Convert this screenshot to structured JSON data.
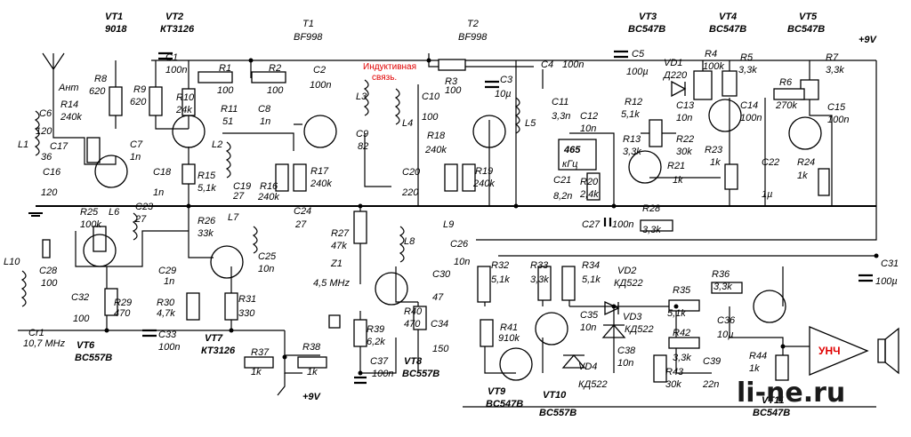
{
  "title": "",
  "watermark": "li-ne.ru",
  "amp_label": "УНЧ",
  "power_label": "+9V",
  "inductive_note_line1": "Индуктивная",
  "inductive_note_line2": "связь.",
  "ant_label": "Ант",
  "labels": [
    {
      "id": "vt1",
      "t": "VT1"
    },
    {
      "id": "vt1v",
      "t": "9018"
    },
    {
      "id": "vt2",
      "t": "VT2"
    },
    {
      "id": "vt2v",
      "t": "КТ3126"
    },
    {
      "id": "t1",
      "t": "T1"
    },
    {
      "id": "t1v",
      "t": "BF998"
    },
    {
      "id": "t2",
      "t": "T2"
    },
    {
      "id": "t2v",
      "t": "BF998"
    },
    {
      "id": "vt3",
      "t": "VT3"
    },
    {
      "id": "vt3v",
      "t": "BC547B"
    },
    {
      "id": "vt4",
      "t": "VT4"
    },
    {
      "id": "vt4v",
      "t": "BC547B"
    },
    {
      "id": "vt5",
      "t": "VT5"
    },
    {
      "id": "vt5v",
      "t": "BC547B"
    },
    {
      "id": "vt6",
      "t": "VT6"
    },
    {
      "id": "vt6v",
      "t": "BC557B"
    },
    {
      "id": "vt7",
      "t": "VT7"
    },
    {
      "id": "vt7v",
      "t": "КТ3126"
    },
    {
      "id": "vt8",
      "t": "VT8"
    },
    {
      "id": "vt8v",
      "t": "BC557B"
    },
    {
      "id": "vt9",
      "t": "VT9"
    },
    {
      "id": "vt9v",
      "t": "BC547B"
    },
    {
      "id": "vt10",
      "t": "VT10"
    },
    {
      "id": "vt10v",
      "t": "BC557B"
    },
    {
      "id": "vt11",
      "t": "VT11"
    },
    {
      "id": "vt11v",
      "t": "BC547B"
    },
    {
      "id": "c1",
      "t": "C1"
    },
    {
      "id": "c1v",
      "t": "100n"
    },
    {
      "id": "r8",
      "t": "R8"
    },
    {
      "id": "r8v",
      "t": "620"
    },
    {
      "id": "r9",
      "t": "R9"
    },
    {
      "id": "r9v",
      "t": "620"
    },
    {
      "id": "r10",
      "t": "R10"
    },
    {
      "id": "r10v",
      "t": "24k"
    },
    {
      "id": "r1",
      "t": "R1"
    },
    {
      "id": "r1v",
      "t": "100"
    },
    {
      "id": "r2",
      "t": "R2"
    },
    {
      "id": "r2v",
      "t": "100"
    },
    {
      "id": "c2",
      "t": "C2"
    },
    {
      "id": "c2v",
      "t": "100n"
    },
    {
      "id": "r14",
      "t": "R14"
    },
    {
      "id": "r14v",
      "t": "240k"
    },
    {
      "id": "c6",
      "t": "C6"
    },
    {
      "id": "c6v",
      "t": "120"
    },
    {
      "id": "l1",
      "t": "L1"
    },
    {
      "id": "c17",
      "t": "C17"
    },
    {
      "id": "c17v",
      "t": "36"
    },
    {
      "id": "c16",
      "t": "C16"
    },
    {
      "id": "c16v",
      "t": "120"
    },
    {
      "id": "c7",
      "t": "C7"
    },
    {
      "id": "c7v",
      "t": "1n"
    },
    {
      "id": "c18",
      "t": "C18"
    },
    {
      "id": "c18v",
      "t": "1n"
    },
    {
      "id": "r11",
      "t": "R11"
    },
    {
      "id": "r11v",
      "t": "51"
    },
    {
      "id": "c8",
      "t": "C8"
    },
    {
      "id": "c8v",
      "t": "1n"
    },
    {
      "id": "l2",
      "t": "L2"
    },
    {
      "id": "r15",
      "t": "R15"
    },
    {
      "id": "r15v",
      "t": "5,1k"
    },
    {
      "id": "c19",
      "t": "C19"
    },
    {
      "id": "c19v",
      "t": "27"
    },
    {
      "id": "r16",
      "t": "R16"
    },
    {
      "id": "r16v",
      "t": "240k"
    },
    {
      "id": "r17",
      "t": "R17"
    },
    {
      "id": "r17v",
      "t": "240k"
    },
    {
      "id": "c24",
      "t": "C24"
    },
    {
      "id": "c24v",
      "t": "27"
    },
    {
      "id": "l3",
      "t": "L3"
    },
    {
      "id": "c9",
      "t": "C9"
    },
    {
      "id": "c9v",
      "t": "82"
    },
    {
      "id": "l4",
      "t": "L4"
    },
    {
      "id": "c10",
      "t": "C10"
    },
    {
      "id": "c10v",
      "t": "100"
    },
    {
      "id": "r18",
      "t": "R18"
    },
    {
      "id": "r18v",
      "t": "240k"
    },
    {
      "id": "r19",
      "t": "R19"
    },
    {
      "id": "r19v",
      "t": "240k"
    },
    {
      "id": "c20",
      "t": "C20"
    },
    {
      "id": "c20v",
      "t": "220"
    },
    {
      "id": "r3",
      "t": "R3"
    },
    {
      "id": "r3v",
      "t": "100"
    },
    {
      "id": "c3",
      "t": "C3"
    },
    {
      "id": "c3v",
      "t": "10µ"
    },
    {
      "id": "c4",
      "t": "C4"
    },
    {
      "id": "c4v",
      "t": "100n"
    },
    {
      "id": "c11",
      "t": "C11"
    },
    {
      "id": "c11v",
      "t": "3,3n"
    },
    {
      "id": "l5",
      "t": "L5"
    },
    {
      "id": "c21",
      "t": "C21"
    },
    {
      "id": "c21v",
      "t": "8,2n"
    },
    {
      "id": "f465",
      "t": "465"
    },
    {
      "id": "f465u",
      "t": "кГц"
    },
    {
      "id": "c5",
      "t": "C5"
    },
    {
      "id": "c5v",
      "t": "100µ"
    },
    {
      "id": "vd1",
      "t": "VD1"
    },
    {
      "id": "vd1v",
      "t": "Д220"
    },
    {
      "id": "r4",
      "t": "R4"
    },
    {
      "id": "r4v",
      "t": "100k"
    },
    {
      "id": "r5",
      "t": "R5"
    },
    {
      "id": "r5v",
      "t": "3,3k"
    },
    {
      "id": "r7",
      "t": "R7"
    },
    {
      "id": "r7v",
      "t": "3,3k"
    },
    {
      "id": "r6",
      "t": "R6"
    },
    {
      "id": "r6v",
      "t": "270k"
    },
    {
      "id": "c15",
      "t": "C15"
    },
    {
      "id": "c15v",
      "t": "100n"
    },
    {
      "id": "r12",
      "t": "R12"
    },
    {
      "id": "r12v",
      "t": "5,1k"
    },
    {
      "id": "c12",
      "t": "C12"
    },
    {
      "id": "c12v",
      "t": "10n"
    },
    {
      "id": "c13",
      "t": "C13"
    },
    {
      "id": "c13v",
      "t": "10n"
    },
    {
      "id": "c14",
      "t": "C14"
    },
    {
      "id": "c14v",
      "t": "100n"
    },
    {
      "id": "r13",
      "t": "R13"
    },
    {
      "id": "r13v",
      "t": "3,3k"
    },
    {
      "id": "r22",
      "t": "R22"
    },
    {
      "id": "r22v",
      "t": "30k"
    },
    {
      "id": "r23",
      "t": "R23"
    },
    {
      "id": "r23v",
      "t": "1k"
    },
    {
      "id": "c22",
      "t": "C22"
    },
    {
      "id": "c22v",
      "t": "1µ"
    },
    {
      "id": "r24",
      "t": "R24"
    },
    {
      "id": "r24v",
      "t": "1k"
    },
    {
      "id": "r21",
      "t": "R21"
    },
    {
      "id": "r21v",
      "t": "1k"
    },
    {
      "id": "r20",
      "t": "R20"
    },
    {
      "id": "r20v",
      "t": "2,4k"
    },
    {
      "id": "c27",
      "t": "C27"
    },
    {
      "id": "c27v",
      "t": "100n"
    },
    {
      "id": "r28",
      "t": "R28"
    },
    {
      "id": "r28v",
      "t": "3,3k"
    },
    {
      "id": "l6",
      "t": "L6"
    },
    {
      "id": "r25",
      "t": "R25"
    },
    {
      "id": "r25v",
      "t": "100k"
    },
    {
      "id": "c23",
      "t": "C23"
    },
    {
      "id": "c23v",
      "t": "27"
    },
    {
      "id": "r26",
      "t": "R26"
    },
    {
      "id": "r26v",
      "t": "33k"
    },
    {
      "id": "l7",
      "t": "L7"
    },
    {
      "id": "l10",
      "t": "L10"
    },
    {
      "id": "c28",
      "t": "C28"
    },
    {
      "id": "c28v",
      "t": "100"
    },
    {
      "id": "c29",
      "t": "C29"
    },
    {
      "id": "c29v",
      "t": "1n"
    },
    {
      "id": "c25",
      "t": "C25"
    },
    {
      "id": "c25v",
      "t": "10n"
    },
    {
      "id": "c32",
      "t": "C32"
    },
    {
      "id": "c32v",
      "t": "100"
    },
    {
      "id": "r29",
      "t": "R29"
    },
    {
      "id": "r29v",
      "t": "470"
    },
    {
      "id": "r30",
      "t": "R30"
    },
    {
      "id": "r30v",
      "t": "4,7k"
    },
    {
      "id": "r31",
      "t": "R31"
    },
    {
      "id": "r31v",
      "t": "330"
    },
    {
      "id": "cr1",
      "t": "Cr1"
    },
    {
      "id": "cr1v",
      "t": "10,7 MHz"
    },
    {
      "id": "c33",
      "t": "C33"
    },
    {
      "id": "c33v",
      "t": "100n"
    },
    {
      "id": "r37",
      "t": "R37"
    },
    {
      "id": "r37v",
      "t": "1k"
    },
    {
      "id": "r38",
      "t": "R38"
    },
    {
      "id": "r38v",
      "t": "1k"
    },
    {
      "id": "r27",
      "t": "R27"
    },
    {
      "id": "r27v",
      "t": "47k"
    },
    {
      "id": "z1",
      "t": "Z1"
    },
    {
      "id": "z1v",
      "t": "4,5 MHz"
    },
    {
      "id": "l8",
      "t": "L8"
    },
    {
      "id": "l9",
      "t": "L9"
    },
    {
      "id": "c26",
      "t": "C26"
    },
    {
      "id": "c26v",
      "t": "10n"
    },
    {
      "id": "c30",
      "t": "C30"
    },
    {
      "id": "c30v",
      "t": "47"
    },
    {
      "id": "r40",
      "t": "R40"
    },
    {
      "id": "r40v",
      "t": "470"
    },
    {
      "id": "c34",
      "t": "C34"
    },
    {
      "id": "c34v",
      "t": "150"
    },
    {
      "id": "r39",
      "t": "R39"
    },
    {
      "id": "r39v",
      "t": "6,2k"
    },
    {
      "id": "c37",
      "t": "C37"
    },
    {
      "id": "c37v",
      "t": "100n"
    },
    {
      "id": "r32",
      "t": "R32"
    },
    {
      "id": "r32v",
      "t": "5,1k"
    },
    {
      "id": "r33",
      "t": "R33"
    },
    {
      "id": "r33v",
      "t": "3,3k"
    },
    {
      "id": "r34",
      "t": "R34"
    },
    {
      "id": "r34v",
      "t": "5,1k"
    },
    {
      "id": "vd2",
      "t": "VD2"
    },
    {
      "id": "vd2v",
      "t": "КД522"
    },
    {
      "id": "vd3",
      "t": "VD3"
    },
    {
      "id": "vd3v",
      "t": "КД522"
    },
    {
      "id": "vd4",
      "t": "VD4"
    },
    {
      "id": "vd4v",
      "t": "КД522"
    },
    {
      "id": "r41",
      "t": "R41"
    },
    {
      "id": "r41v",
      "t": "910k"
    },
    {
      "id": "c35",
      "t": "C35"
    },
    {
      "id": "c35v",
      "t": "10n"
    },
    {
      "id": "c38",
      "t": "C38"
    },
    {
      "id": "c38v",
      "t": "10n"
    },
    {
      "id": "r35",
      "t": "R35"
    },
    {
      "id": "r35v",
      "t": "5,1k"
    },
    {
      "id": "r36",
      "t": "R36"
    },
    {
      "id": "r36v",
      "t": "3,3k"
    },
    {
      "id": "c36",
      "t": "C36"
    },
    {
      "id": "c36v",
      "t": "10µ"
    },
    {
      "id": "r42",
      "t": "R42"
    },
    {
      "id": "r42v",
      "t": "3,3k"
    },
    {
      "id": "r43",
      "t": "R43"
    },
    {
      "id": "r43v",
      "t": "30k"
    },
    {
      "id": "c39",
      "t": "C39"
    },
    {
      "id": "c39v",
      "t": "22n"
    },
    {
      "id": "r44",
      "t": "R44"
    },
    {
      "id": "r44v",
      "t": "1k"
    },
    {
      "id": "c31",
      "t": "C31"
    },
    {
      "id": "c31v",
      "t": "100µ"
    }
  ]
}
